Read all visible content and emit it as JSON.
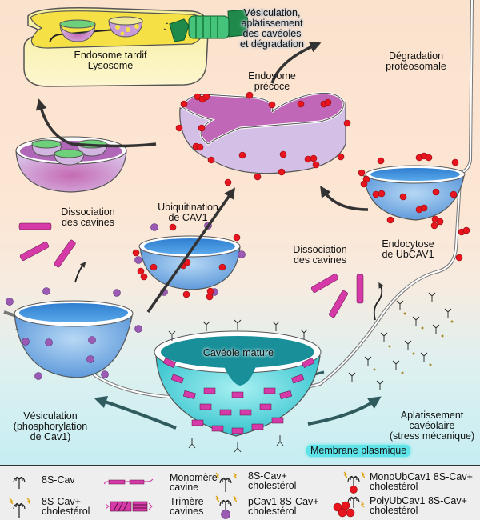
{
  "title": "Vésiculation, aplatissement\ndes cavéoles\net dégradation",
  "labels": {
    "late_endosome": "Endosome tardif\nLysosome",
    "early_endosome": "Endosome\nprécoce",
    "proteasome": "Dégradation\nprotéosomale",
    "dissociation_left": "Dissociation\ndes cavines",
    "ubiquitination": "Ubiquitination\nde CAV1",
    "dissociation_right": "Dissociation\ndes cavines",
    "endocytosis": "Endocytose\nde UbCAV1",
    "mature_caveola": "Cavéole mature",
    "vesiculation": "Vésiculation\n(phosphorylation\nde Cav1)",
    "flattening": "Aplatissement\ncavéolaire\n(stress mécanique)",
    "plasma_membrane": "Membrane plasmique"
  },
  "legend": [
    {
      "icon": "8s-cav-icon",
      "text": "8S-Cav"
    },
    {
      "icon": "8s-cav-cholesterol-icon",
      "text": "8S-Cav+\ncholestérol"
    },
    {
      "icon": "cavin-monomer-icon",
      "text": "Monomère\ncavine"
    },
    {
      "icon": "cavin-trimer-icon",
      "text": "Trimère\ncavines"
    },
    {
      "icon": "8s-cav-cholesterol-icon",
      "text": "8S-Cav+\ncholestérol"
    },
    {
      "icon": "pcav1-icon",
      "text": "pCav1 8S-Cav+\ncholestérol"
    },
    {
      "icon": "monoubcav1-icon",
      "text": "MonoUbCav1 8S-Cav+\ncholestérol"
    },
    {
      "icon": "polyubcav1-icon",
      "text": "PolyUbCav1 8S-Cav+\ncholestérol"
    }
  ],
  "colors": {
    "cytoplasm": "#fbe2cd",
    "extracellular": "#c6eef2",
    "lysosome": "#f5e04a",
    "endosome": "#c9a6d8",
    "caveola_blue": "#5b9fe0",
    "mature_caveola": "#2fc2cc",
    "cavin": "#d63aa8",
    "ubiquitin": "#e8141e",
    "phospho": "#9b5bb5",
    "proteasome": "#1f8a4a",
    "arrow": "#333333"
  }
}
